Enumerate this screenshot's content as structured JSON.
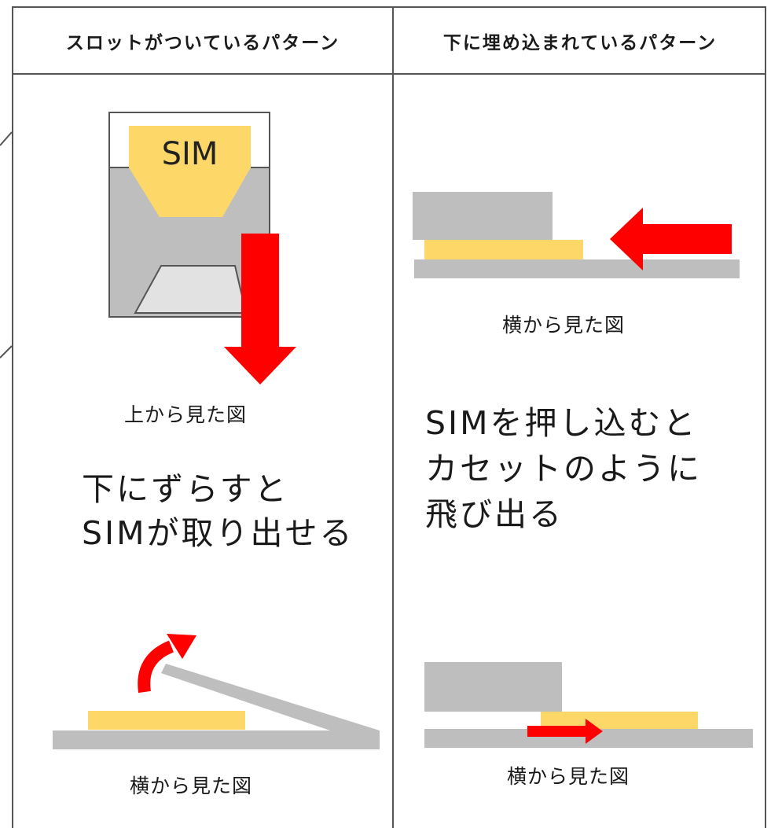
{
  "header": {
    "left_title": "スロットがついているパターン",
    "right_title": "下に埋め込まれているパターン"
  },
  "left": {
    "sim_label": "SIM",
    "top_caption": "上から見た図",
    "description_line1": "下にずらすと",
    "description_line2": "SIMが取り出せる",
    "bottom_caption": "横から見た図"
  },
  "right": {
    "top_caption": "横から見た図",
    "description_line1": "SIMを押し込むと",
    "description_line2": "カセットのように",
    "description_line3": "飛び出る",
    "bottom_caption": "横から見た図"
  },
  "colors": {
    "sim_yellow": "#FDD868",
    "gray": "#BEBEBE",
    "light_gray": "#E2E2E2",
    "arrow_red": "#FF0000",
    "border": "#555555"
  }
}
